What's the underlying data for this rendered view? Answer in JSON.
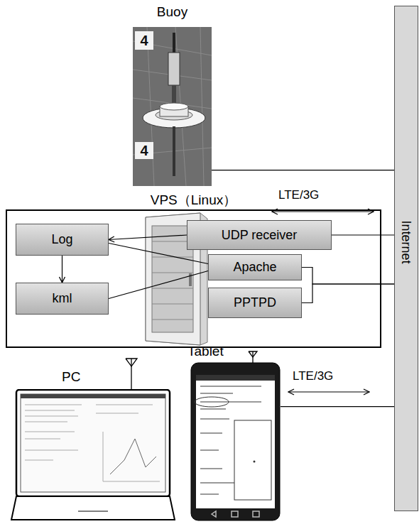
{
  "diagram": {
    "nodes": [
      {
        "text": [
          "Buoy"
        ]
      },
      {
        "text": [
          "VPS（Linux）"
        ]
      },
      {
        "text": [
          "Log"
        ],
        "in": 1
      },
      {
        "text": [
          "kml"
        ],
        "in": 1
      },
      {
        "text": [
          "UDP receiver"
        ],
        "in": 1
      },
      {
        "text": [
          "Apache"
        ],
        "in": 1
      },
      {
        "text": [
          "PPTPD"
        ],
        "in": 1
      },
      {
        "text": [
          "Internet"
        ]
      },
      {
        "text": [
          "PC"
        ]
      },
      {
        "text": [
          "Tablet"
        ]
      }
    ],
    "edges": [
      {
        "from": 0,
        "to": 7,
        "arrow": "none"
      },
      {
        "from": 4,
        "to": 2,
        "arrow": "to"
      },
      {
        "from": 2,
        "to": 3,
        "arrow": "to"
      },
      {
        "from": 2,
        "to": 5,
        "arrow": "none"
      },
      {
        "from": 3,
        "to": 5,
        "arrow": "none"
      },
      {
        "from": 4,
        "to": 7,
        "arrow": "none"
      },
      {
        "from": 5,
        "to": 7,
        "arrow": "none"
      },
      {
        "from": 6,
        "to": 7,
        "arrow": "none"
      },
      {
        "from": 9,
        "to": 7,
        "arrow": "none"
      }
    ],
    "labels": [
      "4",
      "4",
      "LTE/3G",
      "LTE/3G"
    ]
  }
}
